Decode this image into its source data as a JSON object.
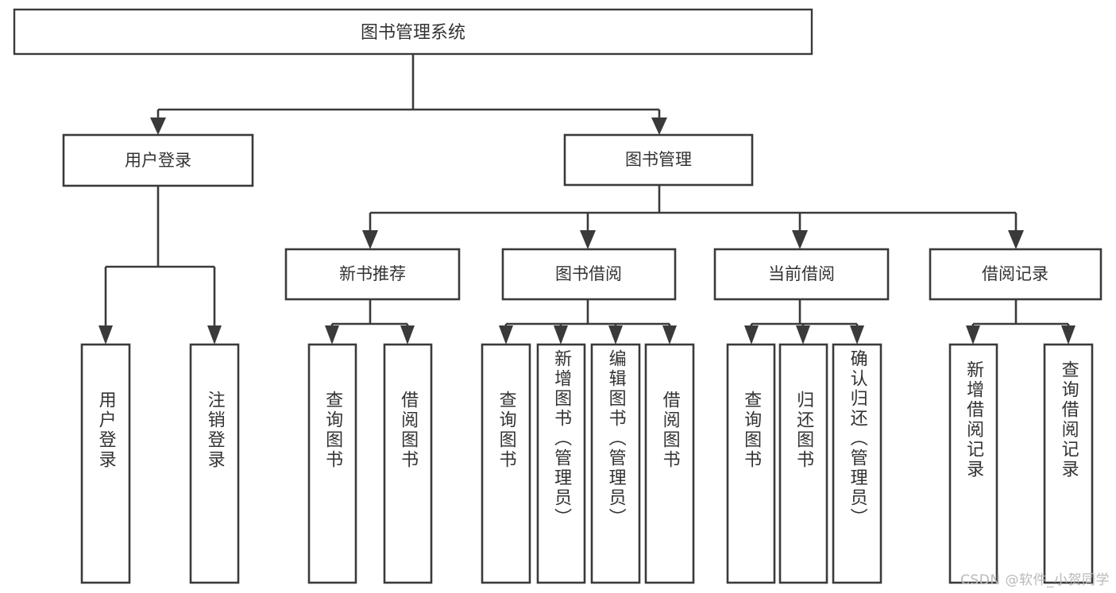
{
  "diagram": {
    "type": "tree-hierarchy",
    "title": "图书管理系统",
    "watermark": "CSDN @软件_小贺同学",
    "colors": {
      "stroke": "#3a3a3a",
      "box_fill": "#ffffff",
      "text": "#333333",
      "background": "#ffffff",
      "watermark": "#b9b9b9"
    },
    "nodes": {
      "root": {
        "label": "图书管理系统"
      },
      "level2": [
        {
          "label": "用户登录"
        },
        {
          "label": "图书管理"
        }
      ],
      "level3": [
        {
          "label": "新书推荐"
        },
        {
          "label": "图书借阅"
        },
        {
          "label": "当前借阅"
        },
        {
          "label": "借阅记录"
        }
      ],
      "leaves": {
        "user_login": [
          {
            "label": "用户登录"
          },
          {
            "label": "注销登录"
          }
        ],
        "new_book_recommend": [
          {
            "label": "查询图书"
          },
          {
            "label": "借阅图书"
          }
        ],
        "book_borrow": [
          {
            "label": "查询图书"
          },
          {
            "label": "新增图书（管理员）"
          },
          {
            "label": "编辑图书（管理员）"
          },
          {
            "label": "借阅图书"
          }
        ],
        "current_borrow": [
          {
            "label": "查询图书"
          },
          {
            "label": "归还图书"
          },
          {
            "label": "确认归还（管理员）"
          }
        ],
        "borrow_record": [
          {
            "label": "新增借阅记录"
          },
          {
            "label": "查询借阅记录"
          }
        ]
      }
    }
  }
}
